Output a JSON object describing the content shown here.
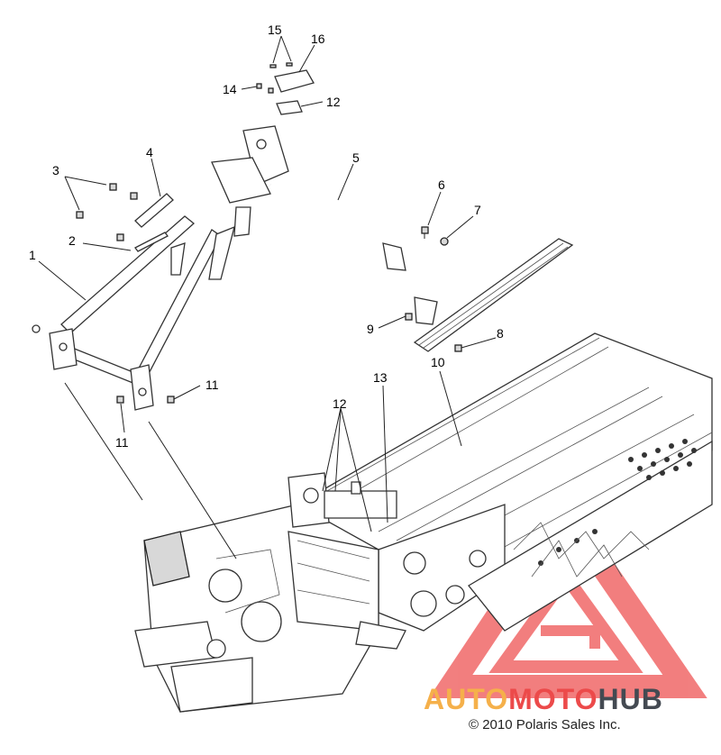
{
  "diagram": {
    "callouts": [
      "1",
      "2",
      "3",
      "4",
      "5",
      "6",
      "7",
      "8",
      "9",
      "10",
      "11",
      "11",
      "12",
      "12",
      "13",
      "14",
      "15",
      "16"
    ]
  },
  "watermark": {
    "word1": "AUTO",
    "word2": "MOTO",
    "word3": "HUB",
    "colors": {
      "auto": "#f5b04a",
      "moto": "#ec4a4a",
      "hub": "#444a52",
      "logo": "#ef5f5f"
    }
  },
  "copyright": "© 2010 Polaris Sales Inc."
}
